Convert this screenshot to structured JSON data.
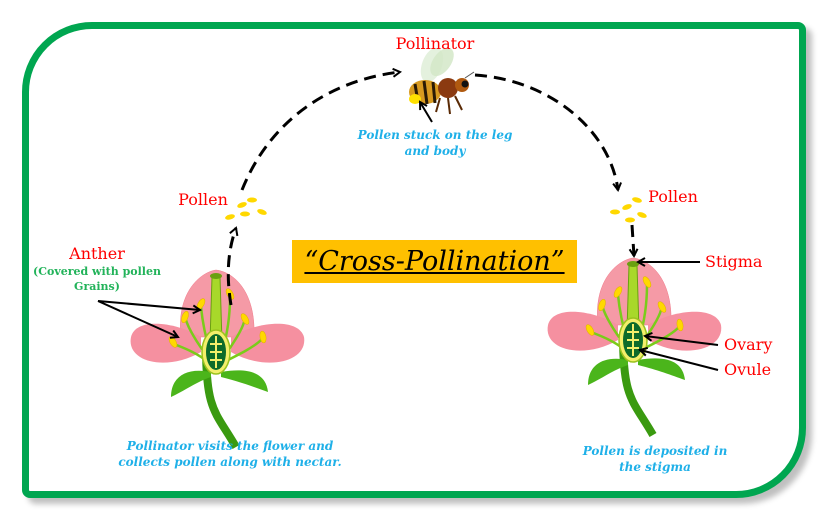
{
  "title": "“Cross-Pollination”",
  "labels": {
    "pollinator": "Pollinator",
    "pollen_stuck_1": "Pollen stuck on the leg",
    "pollen_stuck_2": "and body",
    "pollen_left": "Pollen",
    "pollen_right": "Pollen",
    "anther": "Anther",
    "anther_note_1": "(Covered with pollen",
    "anther_note_2": "Grains)",
    "stigma": "Stigma",
    "ovary": "Ovary",
    "ovule": "Ovule",
    "caption_left_1": "Pollinator visits the flower and",
    "caption_left_2": "collects pollen along with nectar.",
    "caption_right_1": "Pollen is deposited in",
    "caption_right_2": "the stigma"
  },
  "colors": {
    "frame": "#00a650",
    "title_bg": "#ffc000",
    "label_red": "#ff0000",
    "caption_blue": "#1fb0e8",
    "petal": "#f5909e",
    "pollen": "#ffd700"
  }
}
